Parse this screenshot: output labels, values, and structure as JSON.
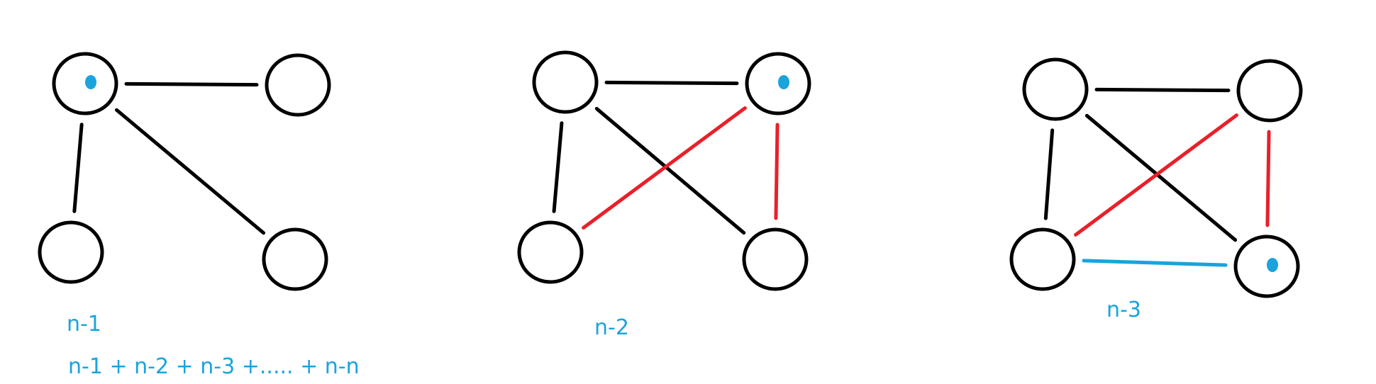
{
  "colors": {
    "node_stroke": "#000000",
    "edge_black": "#000000",
    "edge_red": "#e8202a",
    "edge_blue": "#1aa3dd",
    "marker": "#1aa3dd",
    "text": "#1aa3dd"
  },
  "captions": {
    "panel1": "n-1",
    "panel2": "n-2",
    "panel3": "n-3",
    "formula": "n-1 + n-2 + n-3 +..... + n-n"
  },
  "panels": [
    {
      "name": "panel-1",
      "caption": "n-1",
      "edges": [
        {
          "from": "top-left",
          "to": "top-right",
          "color": "black"
        },
        {
          "from": "top-left",
          "to": "bottom-left",
          "color": "black"
        },
        {
          "from": "top-left",
          "to": "bottom-right",
          "color": "black"
        }
      ],
      "marked_node": "top-left"
    },
    {
      "name": "panel-2",
      "caption": "n-2",
      "edges": [
        {
          "from": "top-left",
          "to": "top-right",
          "color": "black"
        },
        {
          "from": "top-left",
          "to": "bottom-left",
          "color": "black"
        },
        {
          "from": "top-left",
          "to": "bottom-right",
          "color": "black"
        },
        {
          "from": "top-right",
          "to": "bottom-left",
          "color": "red"
        },
        {
          "from": "top-right",
          "to": "bottom-right",
          "color": "red"
        }
      ],
      "marked_node": "top-right"
    },
    {
      "name": "panel-3",
      "caption": "n-3",
      "edges": [
        {
          "from": "top-left",
          "to": "top-right",
          "color": "black"
        },
        {
          "from": "top-left",
          "to": "bottom-left",
          "color": "black"
        },
        {
          "from": "top-left",
          "to": "bottom-right",
          "color": "black"
        },
        {
          "from": "top-right",
          "to": "bottom-left",
          "color": "red"
        },
        {
          "from": "top-right",
          "to": "bottom-right",
          "color": "red"
        },
        {
          "from": "bottom-left",
          "to": "bottom-right",
          "color": "blue"
        }
      ],
      "marked_node": "bottom-right"
    }
  ]
}
